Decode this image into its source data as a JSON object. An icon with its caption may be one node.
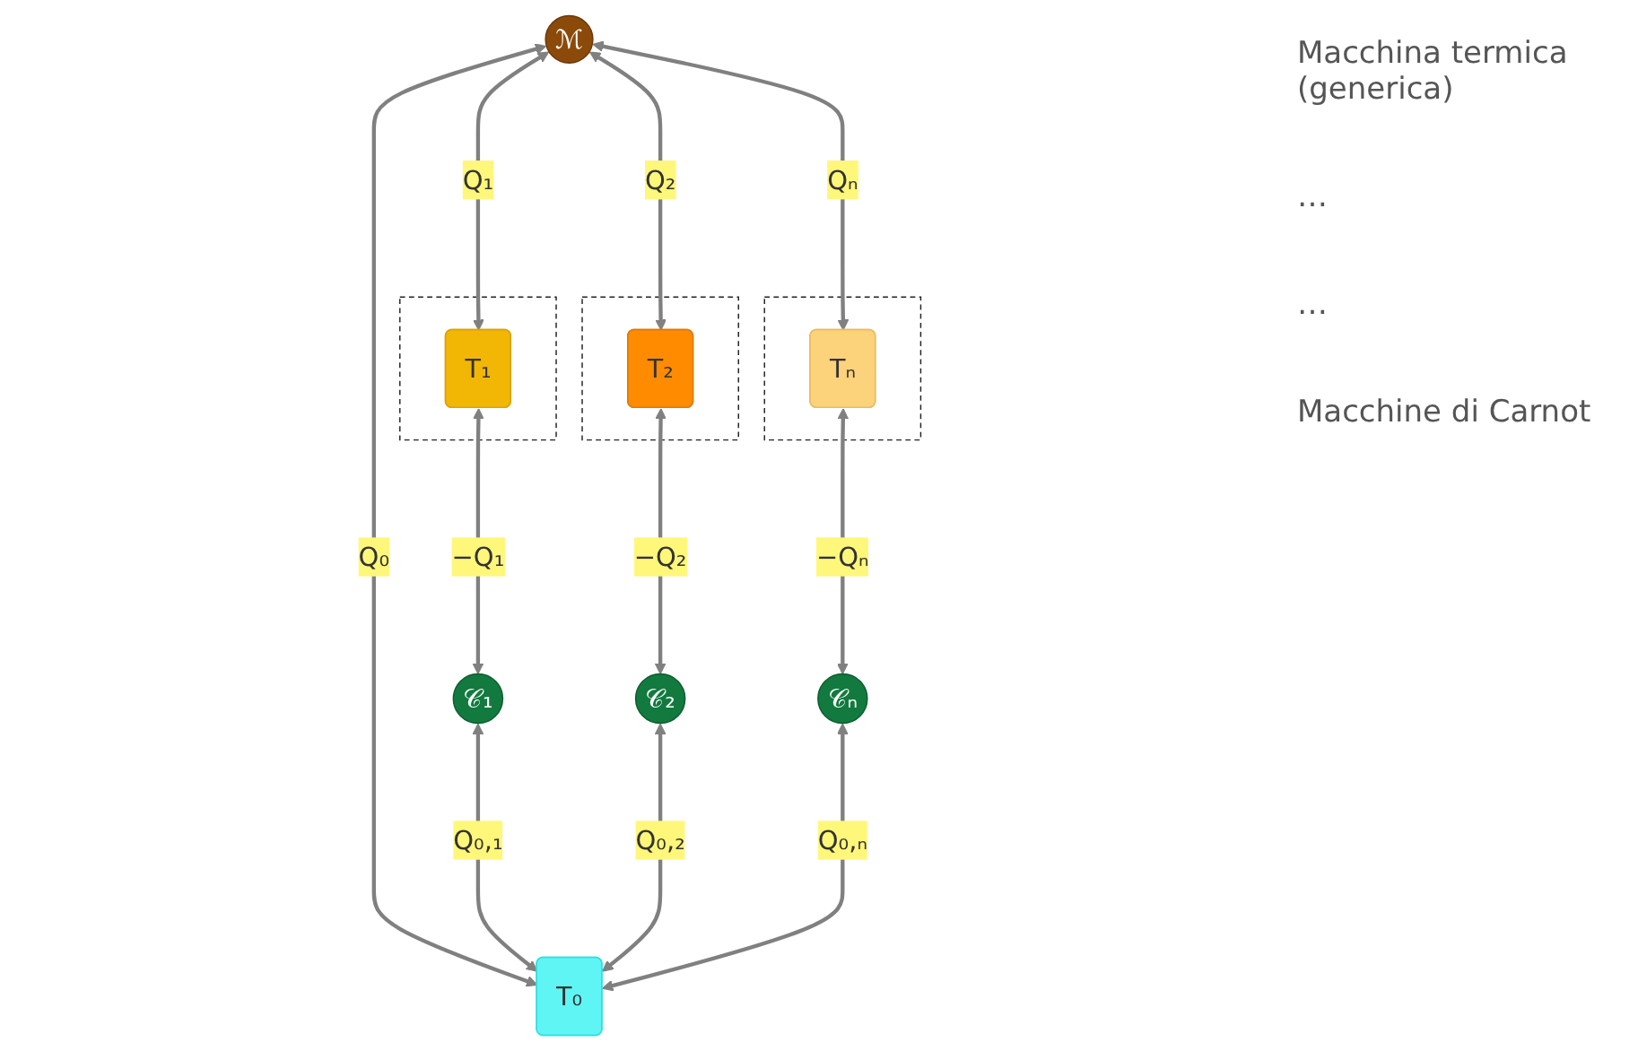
{
  "diagram": {
    "nodes": [
      {
        "text": [
          "ℳ"
        ]
      },
      {
        "text": [],
        "shape": "box"
      },
      {
        "text": [
          "T₁"
        ],
        "in": 1
      },
      {
        "text": [],
        "shape": "box"
      },
      {
        "text": [
          "T₂"
        ],
        "in": 3
      },
      {
        "text": [],
        "shape": "box"
      },
      {
        "text": [
          "Tₙ"
        ],
        "in": 5
      },
      {
        "text": [
          "𝒞₁"
        ]
      },
      {
        "text": [
          "𝒞₂"
        ]
      },
      {
        "text": [
          "𝒞ₙ"
        ]
      },
      {
        "text": [
          "T₀"
        ]
      }
    ],
    "edges": [
      {
        "from": 0,
        "to": 2,
        "arrow": "both",
        "label": "Q₁"
      },
      {
        "from": 0,
        "to": 4,
        "arrow": "both",
        "label": "Q₂"
      },
      {
        "from": 0,
        "to": 6,
        "arrow": "both",
        "label": "Qₙ"
      },
      {
        "from": 2,
        "to": 7,
        "arrow": "both",
        "label": "−Q₁"
      },
      {
        "from": 4,
        "to": 8,
        "arrow": "both",
        "label": "−Q₂"
      },
      {
        "from": 6,
        "to": 9,
        "arrow": "both",
        "label": "−Qₙ"
      },
      {
        "from": 0,
        "to": 10,
        "arrow": "both",
        "label": "Q₀"
      },
      {
        "from": 7,
        "to": 10,
        "arrow": "both",
        "label": "Q₀,₁"
      },
      {
        "from": 8,
        "to": 10,
        "arrow": "both",
        "label": "Q₀,₂"
      },
      {
        "from": 9,
        "to": 10,
        "arrow": "both",
        "label": "Q₀,ₙ"
      }
    ],
    "labels": [
      "Macchina termica (generica)",
      "…",
      "…",
      "Macchine di Carnot"
    ]
  }
}
